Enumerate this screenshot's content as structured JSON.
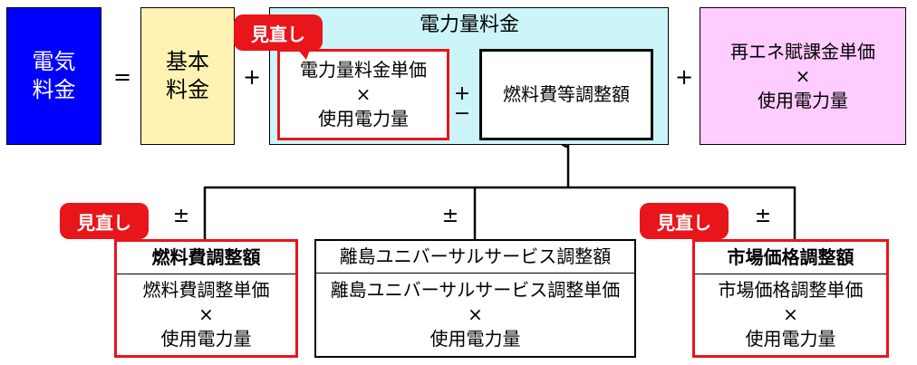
{
  "top": {
    "electricity_charge": [
      "電気",
      "料金"
    ],
    "equals": "=",
    "base_charge": [
      "基本",
      "料金"
    ],
    "plus1": "+",
    "energy_charge_title": "電力量料金",
    "unit_price_box": [
      "電力量料金単価",
      "×",
      "使用電力量"
    ],
    "plus_minus_top": "+",
    "plus_minus_bottom": "−",
    "fuel_adjustment": "燃料費等調整額",
    "plus2": "+",
    "renewable_box": [
      "再エネ賦課金単価",
      "×",
      "使用電力量"
    ],
    "badge": "見直し"
  },
  "bottom": {
    "fuel": {
      "badge": "見直し",
      "sign": "±",
      "title": "燃料費調整額",
      "lines": [
        "燃料費調整単価",
        "×",
        "使用電力量"
      ]
    },
    "island": {
      "sign": "±",
      "title": "離島ユニバーサルサービス調整額",
      "lines": [
        "離島ユニバーサルサービス調整単価",
        "×",
        "使用電力量"
      ]
    },
    "market": {
      "badge": "見直し",
      "sign": "±",
      "title": "市場価格調整額",
      "lines": [
        "市場価格調整単価",
        "×",
        "使用電力量"
      ]
    }
  },
  "colors": {
    "electricity_box": "#0000ff",
    "base_box": "#fff2b3",
    "energy_box": "#ccf5fa",
    "renewable_box": "#ffccff",
    "highlight_red": "#e8151b"
  }
}
